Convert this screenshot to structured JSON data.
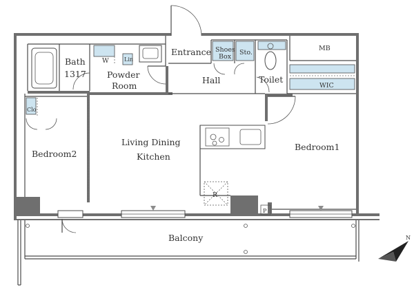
{
  "colors": {
    "wall": "#6f6f6f",
    "fixture_fill": "#cde4f0",
    "text": "#333333"
  },
  "rooms": {
    "bath": "Bath",
    "bath_size": "1317",
    "powder_room_line1": "Powder",
    "powder_room_line2": "Room",
    "washer": "W",
    "linen": "Lin",
    "entrance": "Entrance",
    "shoes_box_line1": "Shoes",
    "shoes_box_line2": "Box",
    "storage": "Sto.",
    "mb": "MB",
    "hall": "Hall",
    "toilet": "Toilet",
    "wic": "WIC",
    "closet": "Clo",
    "bedroom2": "Bedroom2",
    "ldk_line1": "Living Dining",
    "ldk_line2": "Kitchen",
    "bedroom1": "Bedroom1",
    "refrigerator": "R",
    "pipe_space": "P",
    "balcony": "Balcony"
  },
  "compass": {
    "north": "N",
    "icon": "north-arrow-icon"
  }
}
